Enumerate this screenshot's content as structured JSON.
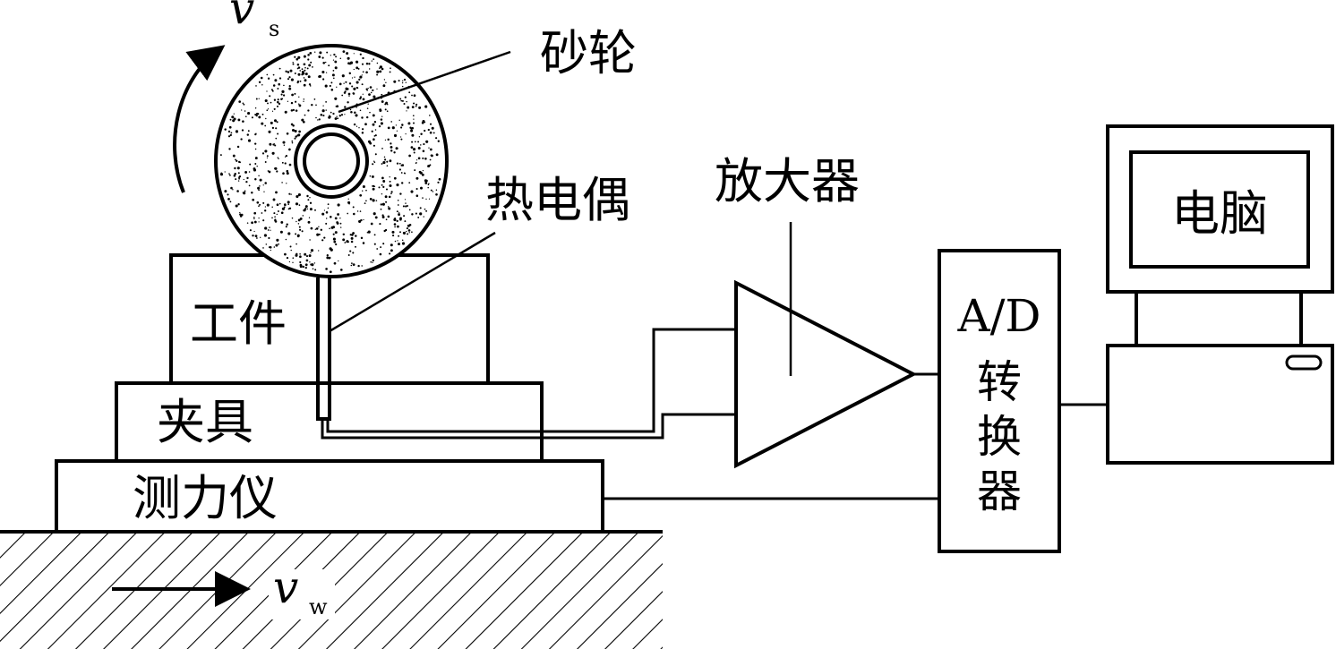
{
  "labels": {
    "grinding_wheel": "砂轮",
    "thermocouple": "热电偶",
    "workpiece": "工件",
    "fixture": "夹具",
    "dynamometer": "测力仪",
    "amplifier": "放大器",
    "ad_line1": "A/D",
    "ad_line2": "转",
    "ad_line3": "换",
    "ad_line4": "器",
    "computer": "电脑"
  },
  "speeds": {
    "wheel_symbol": "v",
    "wheel_subscript": "s",
    "work_symbol": "v",
    "work_subscript": "w"
  },
  "colors": {
    "stroke": "#000000",
    "background": "#ffffff"
  }
}
